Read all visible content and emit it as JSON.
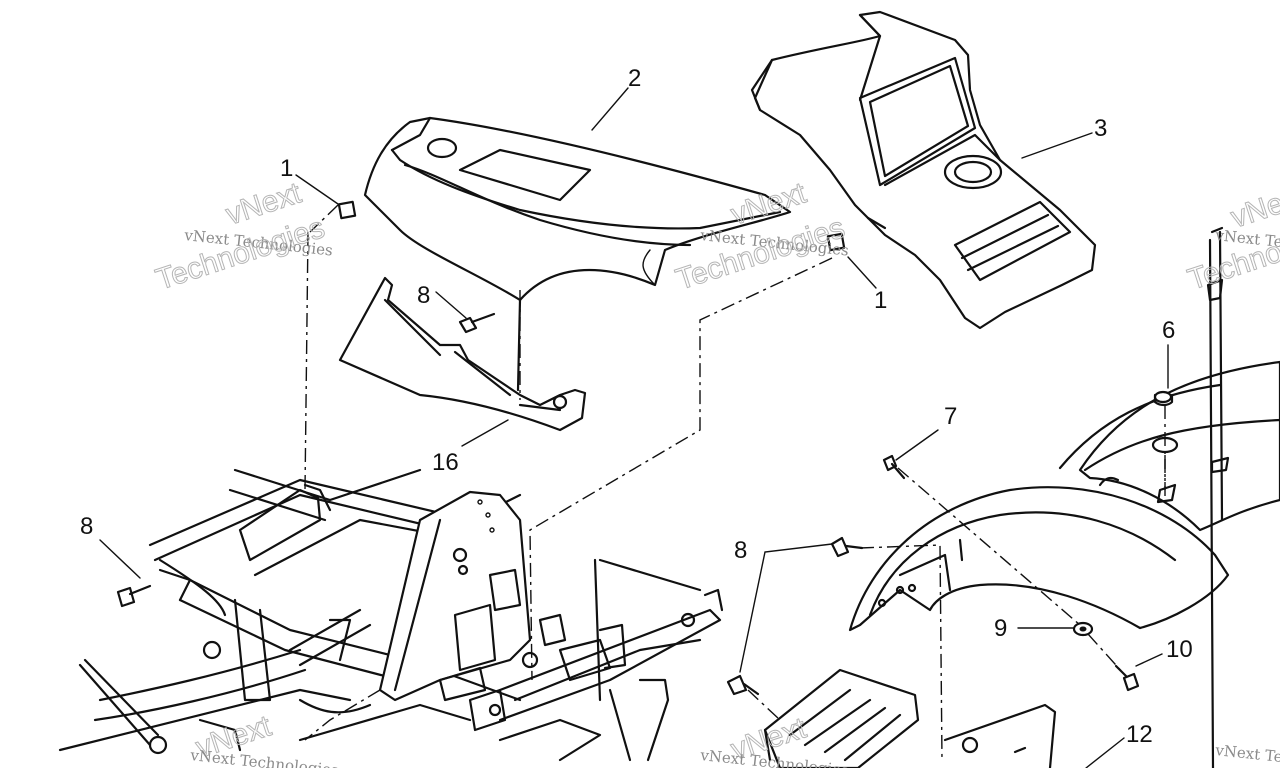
{
  "diagram": {
    "callouts": [
      {
        "id": "c1a",
        "label": "1"
      },
      {
        "id": "c1b",
        "label": "1"
      },
      {
        "id": "c2",
        "label": "2"
      },
      {
        "id": "c3",
        "label": "3"
      },
      {
        "id": "c6",
        "label": "6"
      },
      {
        "id": "c7",
        "label": "7"
      },
      {
        "id": "c8a",
        "label": "8"
      },
      {
        "id": "c8b",
        "label": "8"
      },
      {
        "id": "c8c",
        "label": "8"
      },
      {
        "id": "c9",
        "label": "9"
      },
      {
        "id": "c10",
        "label": "10"
      },
      {
        "id": "c12",
        "label": "12"
      },
      {
        "id": "c16",
        "label": "16"
      }
    ]
  },
  "watermark": {
    "line1": "vNext Technologies",
    "line2": "Technologies",
    "line3": "vNext"
  }
}
